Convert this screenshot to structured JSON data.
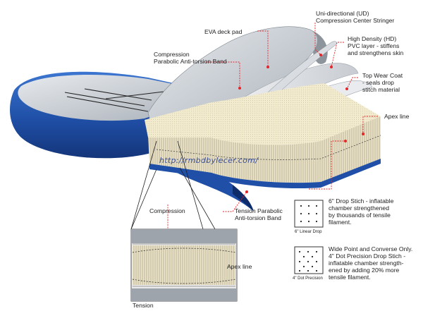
{
  "watermark": "http://rmbdbylecer.com/",
  "callouts": {
    "eva_deck_pad": [
      "EVA deck pad"
    ],
    "ud_stringer": [
      "Uni-directional (UD)",
      "Compression Center Stringer"
    ],
    "compression_band_top": [
      "Compression",
      "Parabolic Anti-torsion Band"
    ],
    "hd_pvc": [
      "High Density (HD)",
      "PVC layer - stiffens",
      "and strengthens skin"
    ],
    "top_wear_coat": [
      "Top Wear Coat",
      "- seals drop",
      "stitch material"
    ],
    "apex_line_main": [
      "Apex line"
    ],
    "tension_band": [
      "Tension Parabolic",
      "Anti-torsion Band"
    ]
  },
  "inset": {
    "compression": "Compression",
    "apex_line": "Apex line",
    "tension": "Tension"
  },
  "legend": {
    "linear": {
      "description": [
        "6\" Drop Stich - inflatable",
        "chamber strengthened",
        "by thousands of tensile",
        "filament."
      ],
      "caption": "6\" Linear Drop"
    },
    "dot": {
      "description": [
        "Wide Point and Converse Only.",
        "4\" Dot Precision Drop Stich -",
        "inflatable chamber strength-",
        "ened by adding 20% more",
        "tensile filament."
      ],
      "caption": "4\" Dot Precision"
    }
  },
  "colors": {
    "board_blue": "#1f4fa6",
    "deck_grey": "#c9ced3",
    "foam_cream": "#f1ead0",
    "fiber": "#b9b3a2",
    "callout_red": "#e2262a"
  }
}
